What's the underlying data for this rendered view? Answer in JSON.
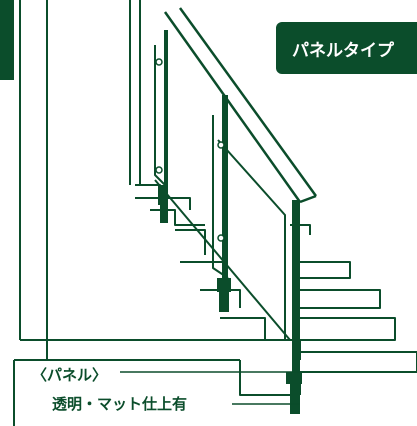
{
  "badge": {
    "label": "パネルタイプ"
  },
  "callout": {
    "title": "〈パネル〉",
    "subtitle": "透明・マット仕上有"
  },
  "colors": {
    "primary_green": "#0b4d2b",
    "background": "#ffffff"
  },
  "icons": {
    "illustration": "staircase-with-panel-handrail"
  }
}
